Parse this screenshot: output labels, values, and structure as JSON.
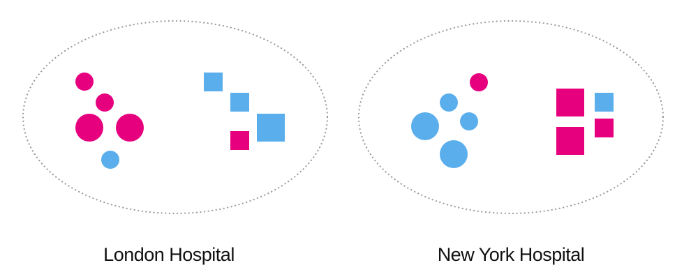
{
  "colors": {
    "pink": "#e6007e",
    "blue": "#5aaeec",
    "boundary": "#999999",
    "text": "#111111"
  },
  "groups": [
    {
      "label": "London Hospital",
      "circles": [
        {
          "color": "pink"
        },
        {
          "color": "pink"
        },
        {
          "color": "pink"
        },
        {
          "color": "pink"
        },
        {
          "color": "blue"
        }
      ],
      "squares": [
        {
          "color": "blue"
        },
        {
          "color": "blue"
        },
        {
          "color": "blue"
        },
        {
          "color": "pink"
        }
      ]
    },
    {
      "label": "New York Hospital",
      "circles": [
        {
          "color": "pink"
        },
        {
          "color": "blue"
        },
        {
          "color": "blue"
        },
        {
          "color": "blue"
        },
        {
          "color": "blue"
        }
      ],
      "squares": [
        {
          "color": "pink"
        },
        {
          "color": "blue"
        },
        {
          "color": "pink"
        },
        {
          "color": "pink"
        }
      ]
    }
  ]
}
